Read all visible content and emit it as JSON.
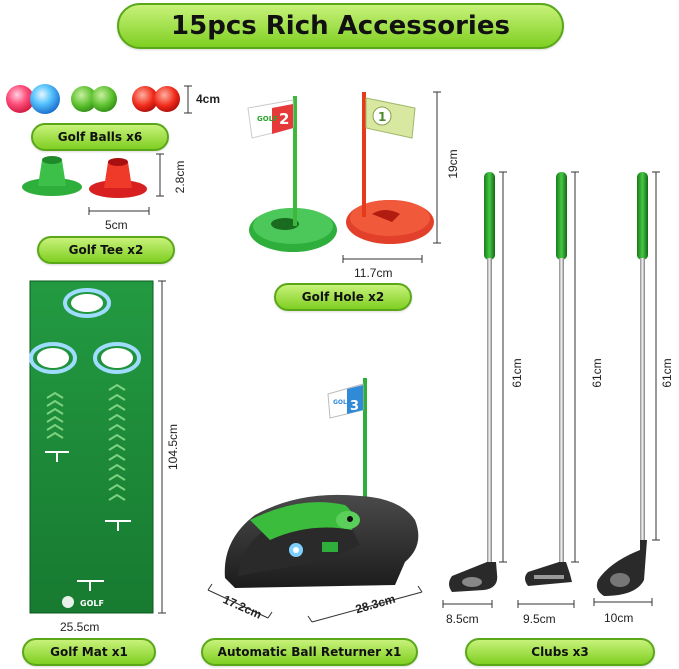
{
  "title": "15pcs Rich Accessories",
  "labels": {
    "golf_balls": "Golf Balls x6",
    "golf_tee": "Golf Tee x2",
    "golf_hole": "Golf Hole x2",
    "golf_mat": "Golf Mat x1",
    "ball_returner": "Automatic Ball Returner x1",
    "clubs": "Clubs x3"
  },
  "dimensions": {
    "ball": "4cm",
    "tee_height": "2.8cm",
    "tee_width": "5cm",
    "hole_height": "19cm",
    "hole_width": "11.7cm",
    "mat_length": "104.5cm",
    "mat_width": "25.5cm",
    "returner_width": "17.2cm",
    "returner_length": "28.3cm",
    "club_length_1": "61cm",
    "club_length_2": "61cm",
    "club_length_3": "61cm",
    "club_head_1": "8.5cm",
    "club_head_2": "9.5cm",
    "club_head_3": "10cm"
  },
  "flags": {
    "flag_2_text": "GOLF",
    "flag_2_number": "2",
    "flag_1_number": "1",
    "flag_3_text": "GOLF",
    "flag_3_number": "3"
  },
  "mat_logo": "GOLF",
  "colors": {
    "pill_green": "#7fcf22",
    "mat_green": "#1f8a3a",
    "grip_green": "#2aa52a"
  }
}
